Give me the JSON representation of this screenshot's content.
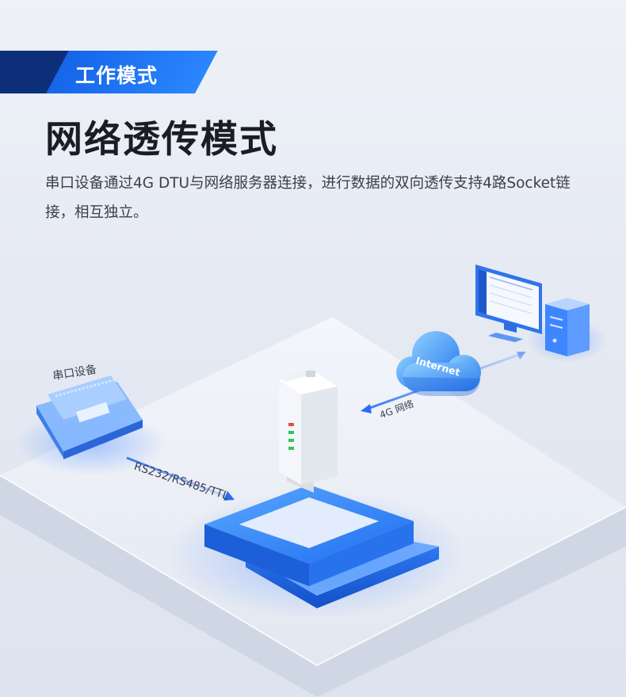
{
  "header": {
    "badge_label": "工作模式",
    "title": "网络透传模式",
    "description": "串口设备通过4G DTU与网络服务器连接，进行数据的双向透传支持4路Socket链接，相互独立。"
  },
  "diagram": {
    "serial_device_label": "串口设备",
    "serial_link_label": "RS232/RS485/TTL",
    "network_link_label": "4G 网络",
    "cloud_label": "Internet"
  },
  "colors": {
    "banner_dark": "#0d2f7a",
    "banner_light": "#1f78f5",
    "accent_blue": "#2a7bff",
    "title_text": "#1a1d24",
    "body_text": "#3b3f48",
    "led_red": "#e34b4b",
    "led_green": "#3cc25a"
  }
}
